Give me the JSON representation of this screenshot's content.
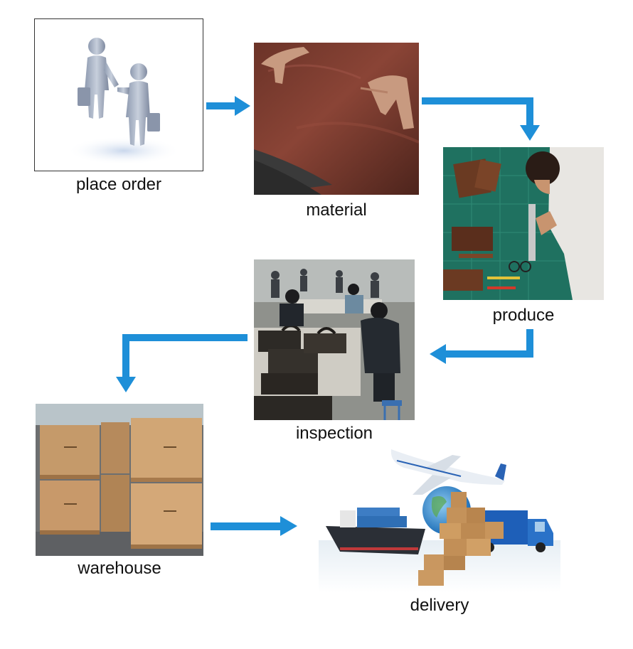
{
  "diagram": {
    "accent_color": "#1e8fd8",
    "steps": [
      {
        "id": "place_order",
        "label": "place order",
        "icon": "handshake-figures-icon"
      },
      {
        "id": "material",
        "label": "material",
        "icon": "leather-hide-photo"
      },
      {
        "id": "produce",
        "label": "produce",
        "icon": "leather-cutting-photo"
      },
      {
        "id": "inspection",
        "label": "inspection",
        "icon": "factory-workers-photo"
      },
      {
        "id": "warehouse",
        "label": "warehouse",
        "icon": "cardboard-boxes-photo"
      },
      {
        "id": "delivery",
        "label": "delivery",
        "icon": "plane-ship-truck-globe-icon"
      }
    ]
  }
}
